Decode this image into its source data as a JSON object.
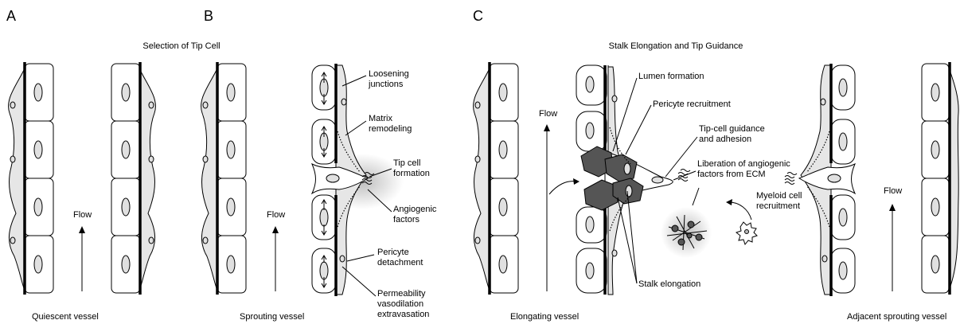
{
  "panels": {
    "a": "A",
    "b": "B",
    "c": "C"
  },
  "titles": {
    "b": "Selection of Tip Cell",
    "c": "Stalk Elongation and Tip Guidance"
  },
  "captions": {
    "quiescent": "Quiescent vessel",
    "sprouting": "Sprouting vessel",
    "elongating": "Elongating vessel",
    "adjacent": "Adjacent sprouting vessel"
  },
  "flow": "Flow",
  "labels_b": {
    "loosening_1": "Loosening",
    "loosening_2": "junctions",
    "matrix_1": "Matrix",
    "matrix_2": "remodeling",
    "tip_1": "Tip cell",
    "tip_2": "formation",
    "angio_1": "Angiogenic",
    "angio_2": "factors",
    "peri_1": "Pericyte",
    "peri_2": "detachment",
    "perm_1": "Permeability",
    "perm_2": "vasodilation",
    "perm_3": "extravasation"
  },
  "labels_c": {
    "lumen": "Lumen formation",
    "pericyte": "Pericyte recruitment",
    "guidance_1": "Tip-cell guidance",
    "guidance_2": "and adhesion",
    "liberation_1": "Liberation of angiogenic",
    "liberation_2": "factors from ECM",
    "myeloid_1": "Myeloid cell",
    "myeloid_2": "recruitment",
    "stalk": "Stalk elongation"
  }
}
